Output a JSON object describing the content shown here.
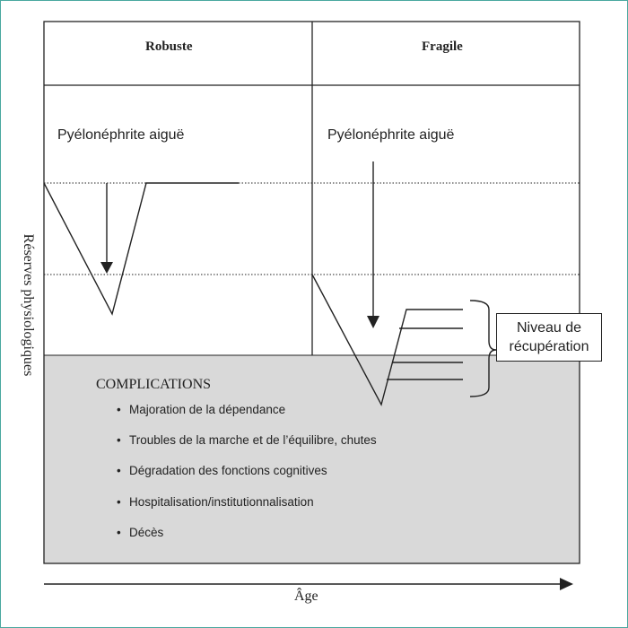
{
  "header": {
    "robuste": "Robuste",
    "fragile": "Fragile"
  },
  "events": {
    "left": "Pyélonéphrite aiguë",
    "right": "Pyélonéphrite aiguë"
  },
  "recovery": {
    "line1": "Niveau de",
    "line2": "récupération"
  },
  "complications": {
    "title": "COMPLICATIONS",
    "items": [
      "Majoration de la dépendance",
      "Troubles de la marche et de l’équilibre, chutes",
      "Dégradation des fonctions cognitives",
      "Hospitalisation/institutionnalisation",
      "Décès"
    ]
  },
  "axes": {
    "y": "Réserves physiologiques",
    "x": "Âge"
  },
  "colors": {
    "complications_bg": "#d9d9d9",
    "line": "#222222",
    "frame": "#4aa8a0"
  }
}
